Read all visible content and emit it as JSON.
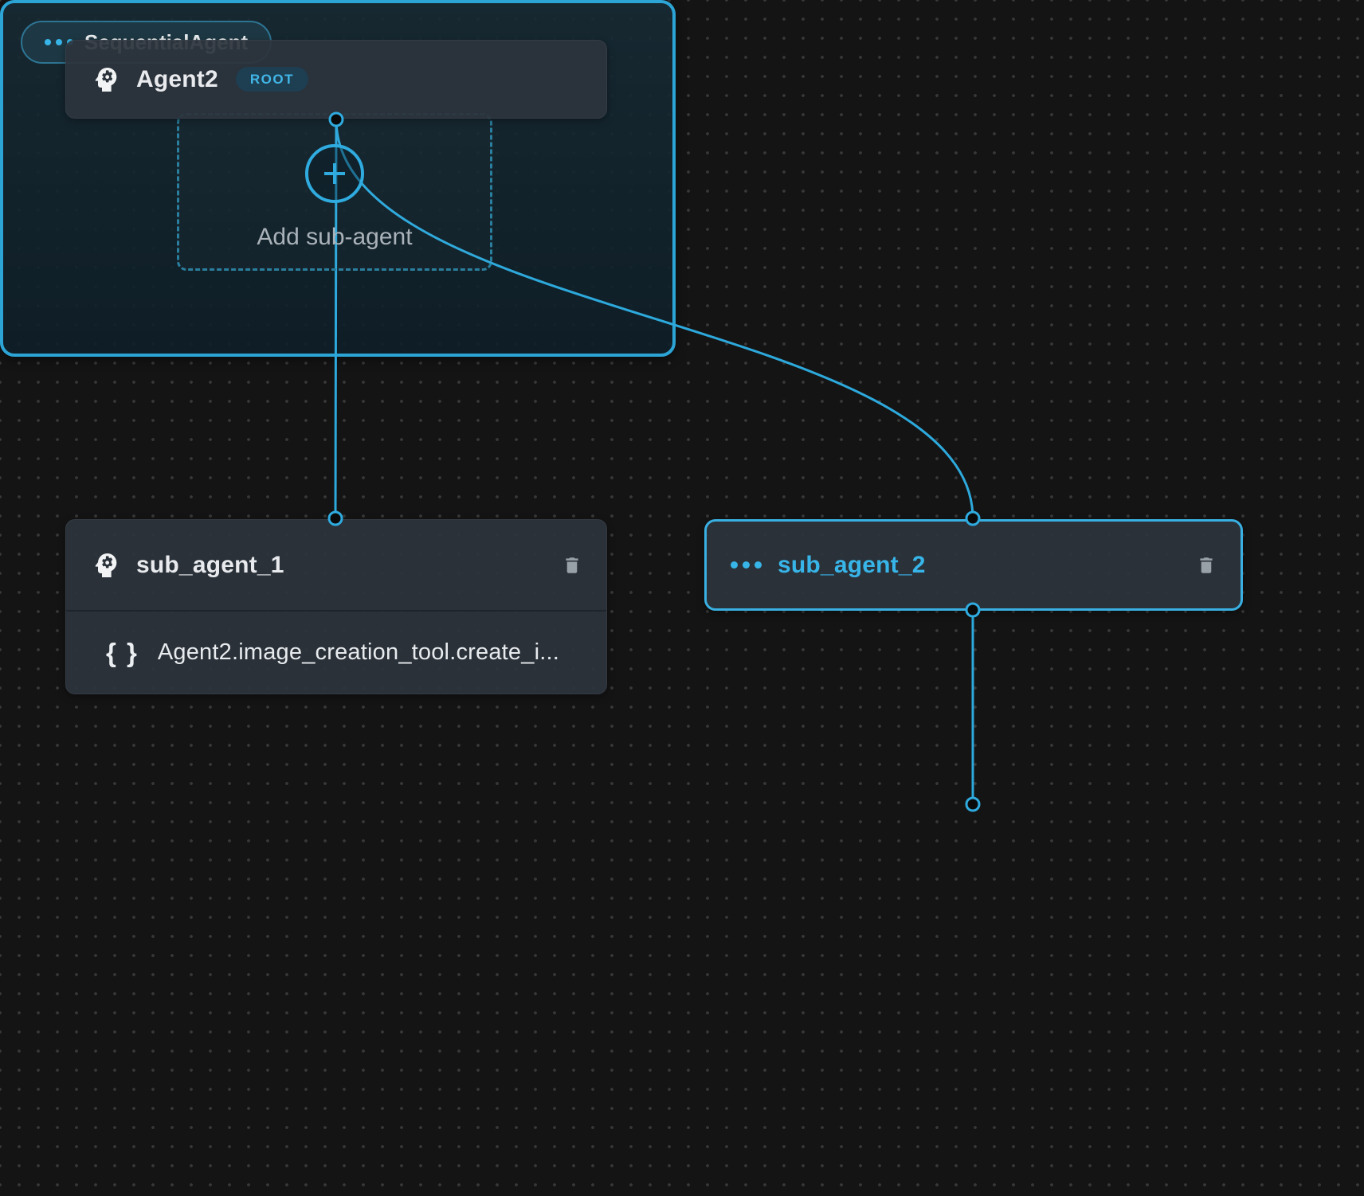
{
  "canvas": {
    "type": "agent-flow-editor"
  },
  "colors": {
    "accent": "#2fabdf",
    "edge": "#2da9dc",
    "canvas_bg": "#141414",
    "node_bg": "#2c343c",
    "node_title": "#e8eaed",
    "selected_border": "#3ab0e2",
    "selected_text": "#38b5e8",
    "badge_bg": "#1e3e52",
    "badge_text": "#41b7e8",
    "container_bg": "#112430",
    "pill_bg": "#1d3844",
    "muted_text": "#aab2b9",
    "trash_icon": "#99a1a8"
  },
  "nodes": {
    "agent2": {
      "title": "Agent2",
      "badge": "ROOT",
      "icon": "psychology-head-gear"
    },
    "sub_agent_1": {
      "title": "sub_agent_1",
      "icon": "psychology-head-gear",
      "tool_icon": "{ }",
      "tool_label": "Agent2.image_creation_tool.create_i...",
      "actions": {
        "delete": "delete"
      }
    },
    "sub_agent_2": {
      "title": "sub_agent_2",
      "icon": "more-horiz-dots",
      "selected": true,
      "actions": {
        "delete": "delete"
      }
    },
    "sequential_agent": {
      "type_label": "SequentialAgent",
      "icon": "more-horiz-dots",
      "add_sub_agent_label": "Add sub-agent",
      "add_icon": "plus"
    }
  },
  "edges": [
    {
      "from": "agent2",
      "to": "sub_agent_1"
    },
    {
      "from": "agent2",
      "to": "sub_agent_2"
    },
    {
      "from": "sub_agent_2",
      "to": "sequential_agent"
    }
  ]
}
